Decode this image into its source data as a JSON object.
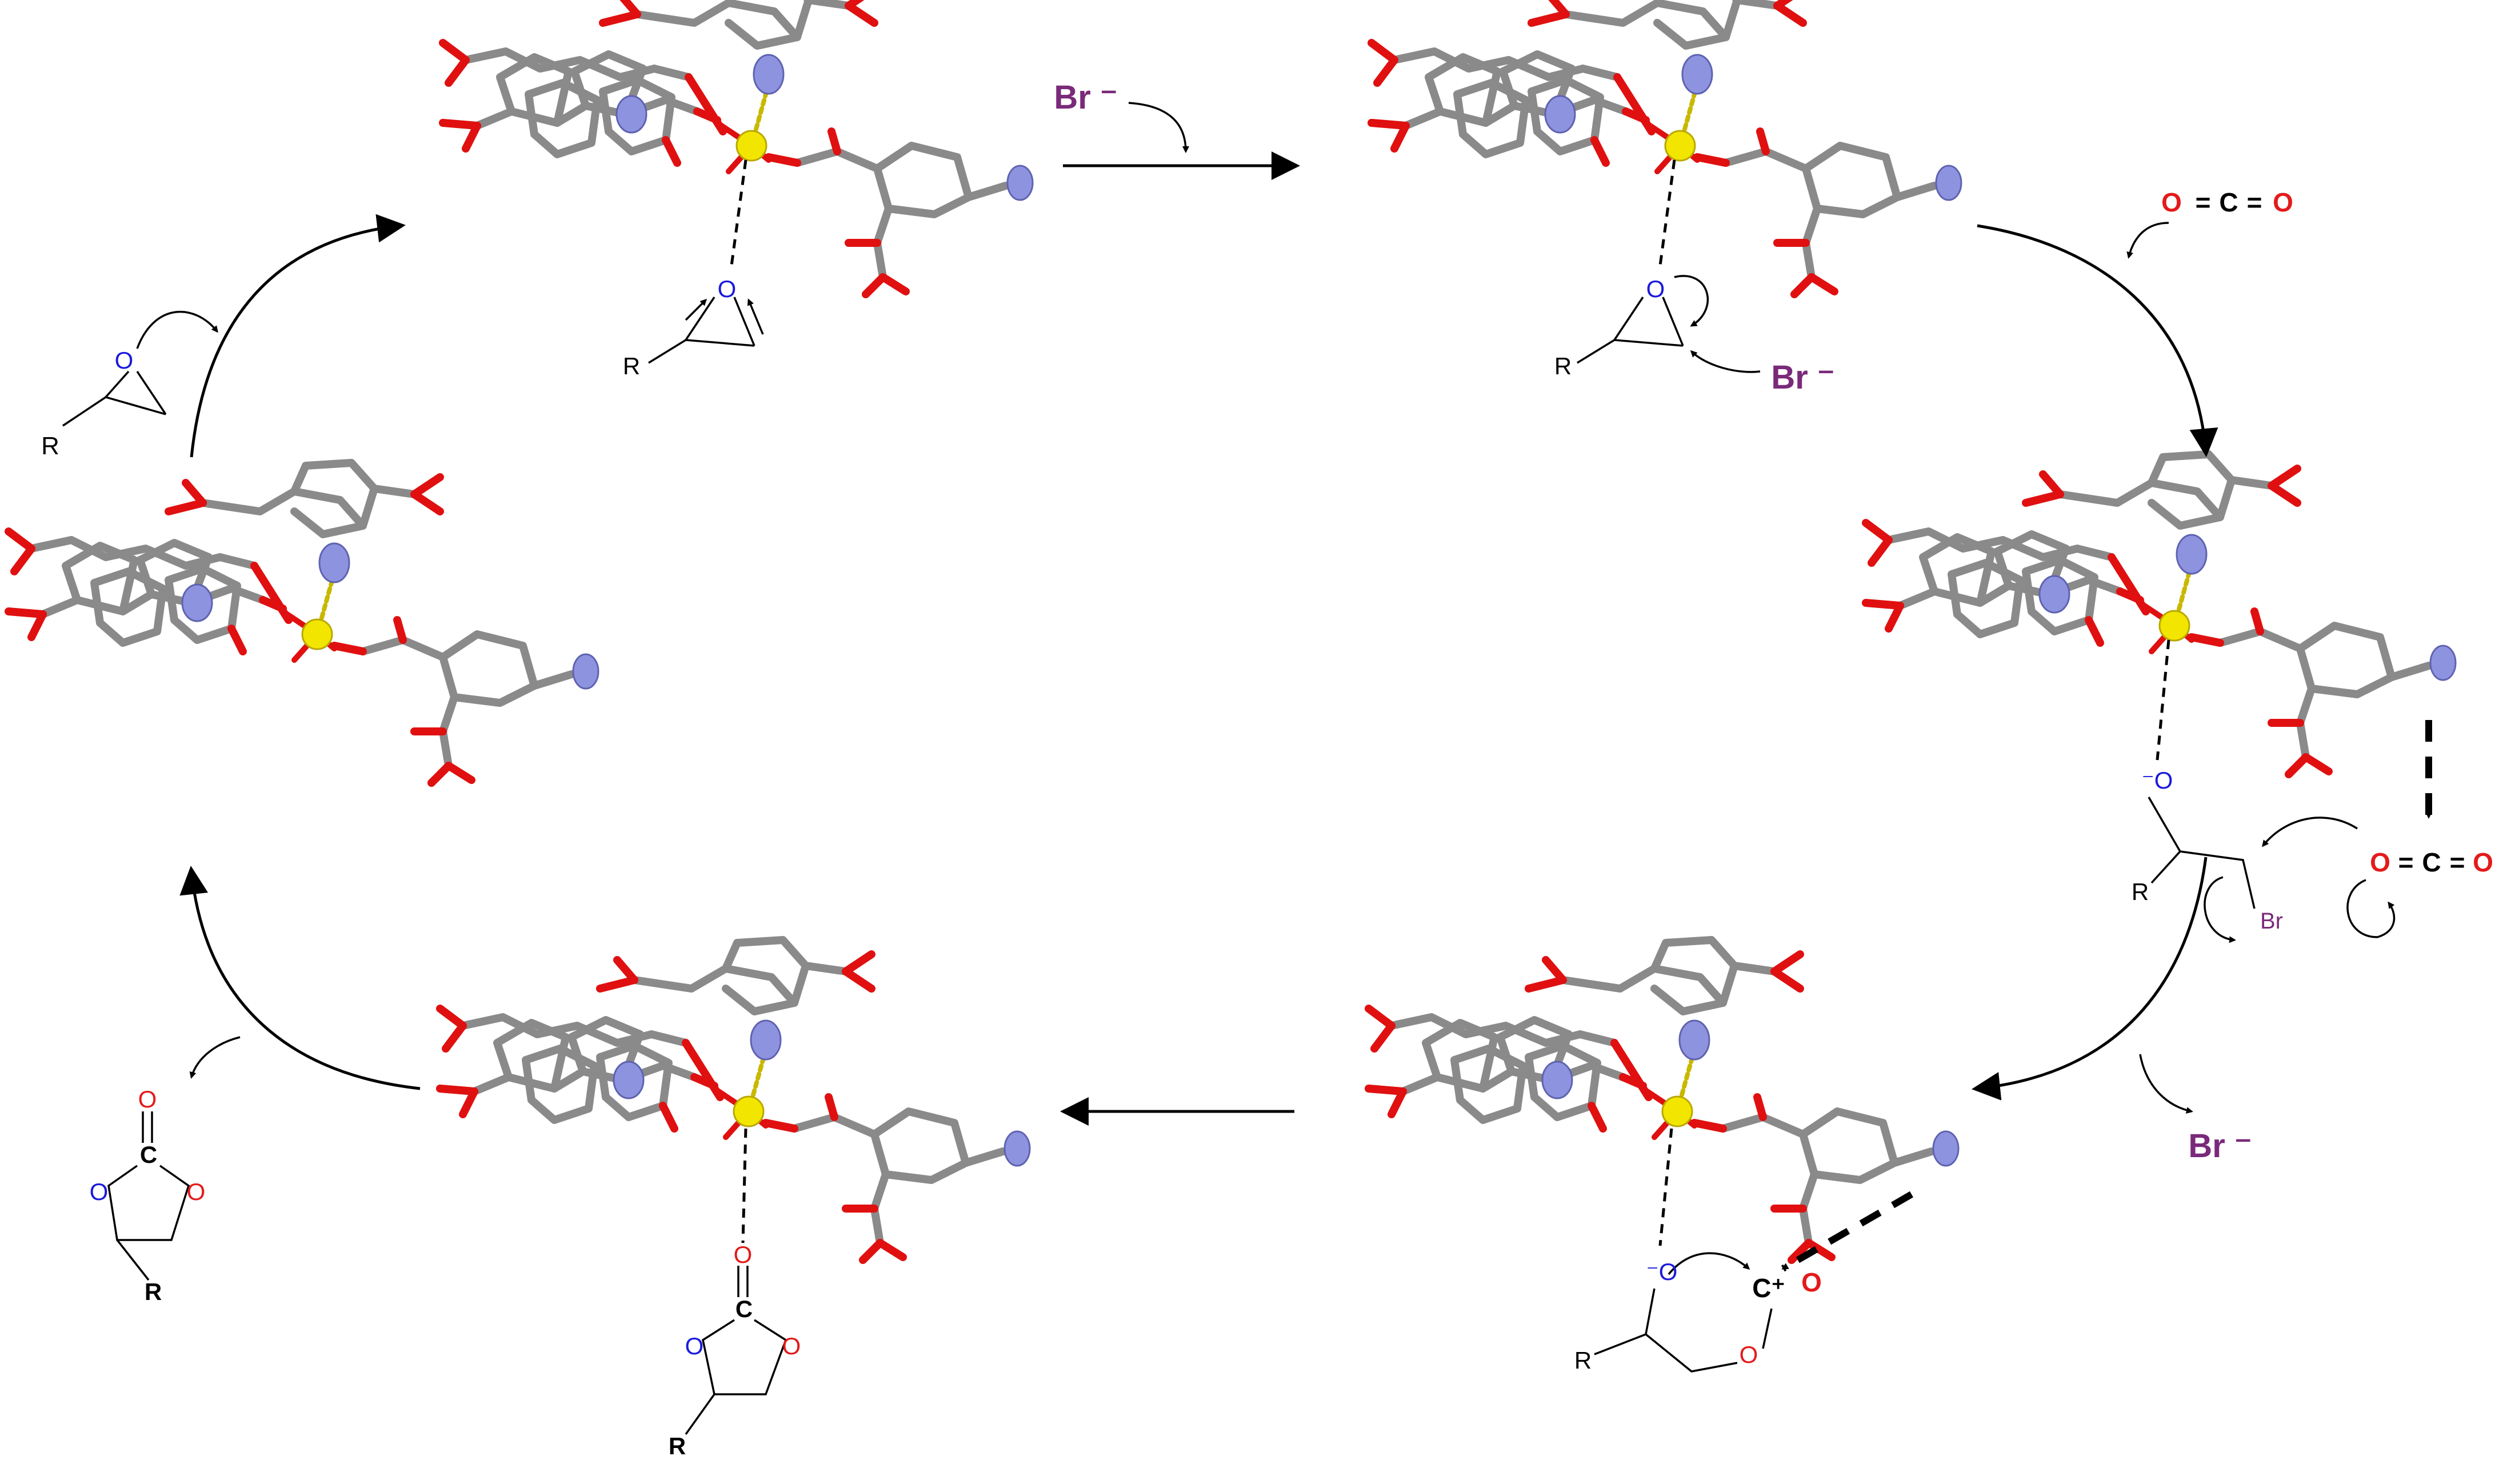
{
  "colors": {
    "metal": "#f2e600",
    "metal_edge": "#b9a800",
    "nitrogen": "#8e93e0",
    "nitrogen_edge": "#5f63b0",
    "carbon_frame": "#8a8a8a",
    "oxygen_frame": "#e01010",
    "oxygen_label": "#e41a1a",
    "epoxide_oxygen": "#1a1adc",
    "bromide": "#7a2a7a",
    "bond": "#000000"
  },
  "glyphs": {
    "R": "R",
    "O": "O",
    "C": "C",
    "O_minus": "⁻O",
    "C_plus": "C⁺",
    "Br": "Br",
    "Br_ion": "Br ⁻",
    "eq": "="
  },
  "icons": {
    "catalyst": "metal-organic-framework-fragment-icon",
    "arrow": "reaction-arrow-icon",
    "curved_arrow": "electron-push-arrow-icon"
  }
}
